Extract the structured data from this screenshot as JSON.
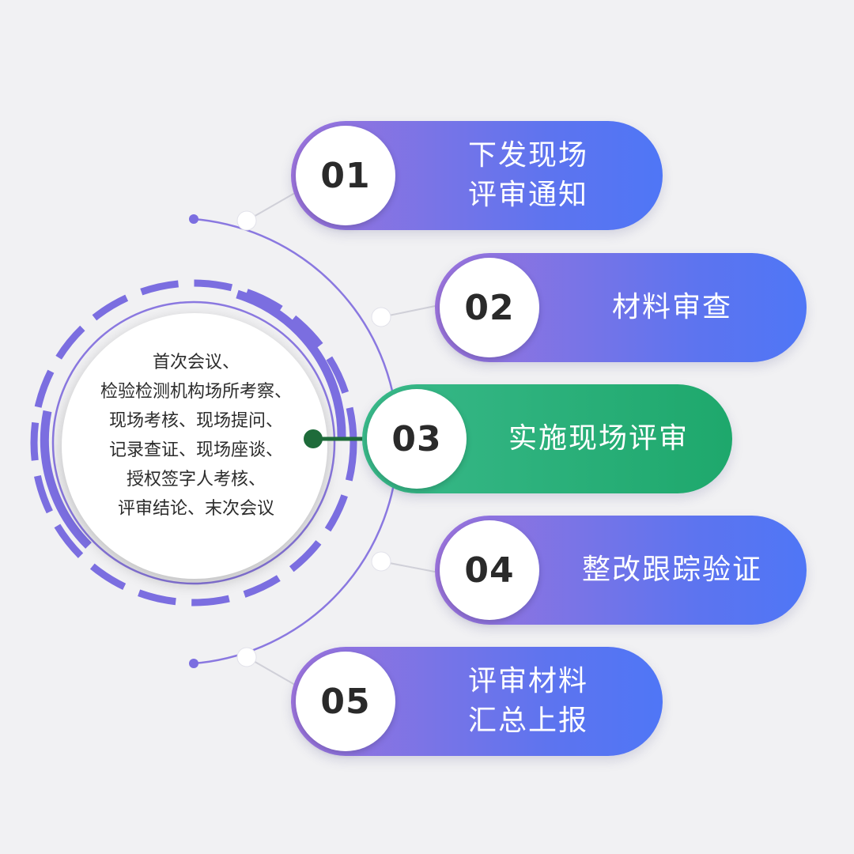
{
  "center": {
    "text": "首次会议、\n检验检测机构场所考察、\n现场考核、现场提问、\n记录查证、现场座谈、\n授权签字人考核、\n评审结论、末次会议"
  },
  "steps": [
    {
      "number": "01",
      "label": "下发现场\n评审通知",
      "active": false
    },
    {
      "number": "02",
      "label": "材料审查",
      "active": false
    },
    {
      "number": "03",
      "label": "实施现场评审",
      "active": true
    },
    {
      "number": "04",
      "label": "整改跟踪验证",
      "active": false
    },
    {
      "number": "05",
      "label": "评审材料\n汇总上报",
      "active": false
    }
  ],
  "colors": {
    "pill_gradient_start": "#9b73dc",
    "pill_gradient_end": "#4f76f6",
    "active_green": "#1ea86c",
    "ring_purple": "#7b6ee0",
    "connector_dark_green": "#1e6b3a"
  }
}
